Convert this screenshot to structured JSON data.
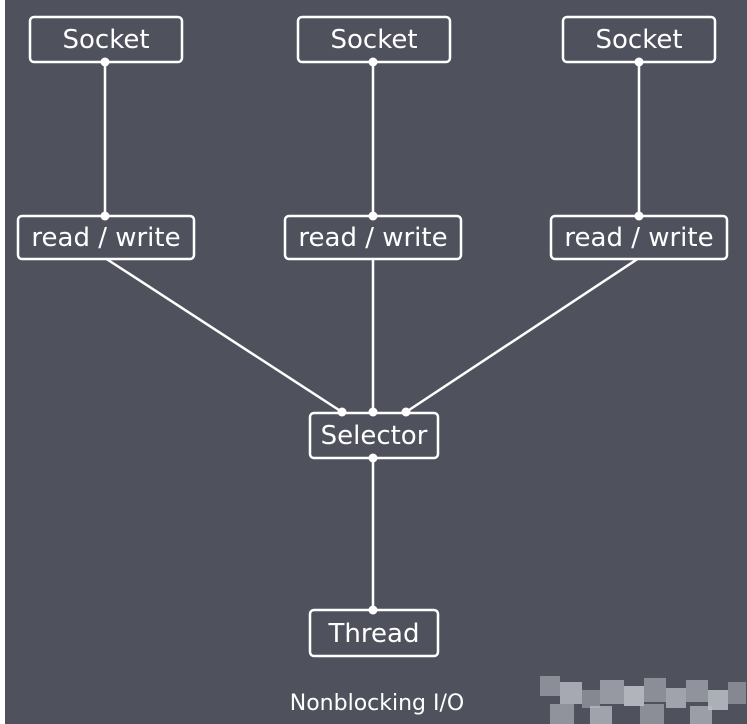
{
  "diagram": {
    "caption": "Nonblocking I/O",
    "nodes": {
      "socket_1": "Socket",
      "socket_2": "Socket",
      "socket_3": "Socket",
      "rw_1": "read / write",
      "rw_2": "read / write",
      "rw_3": "read / write",
      "selector": "Selector",
      "thread": "Thread"
    },
    "edges": [
      {
        "from": "socket_1",
        "to": "rw_1"
      },
      {
        "from": "socket_2",
        "to": "rw_2"
      },
      {
        "from": "socket_3",
        "to": "rw_3"
      },
      {
        "from": "rw_1",
        "to": "selector"
      },
      {
        "from": "rw_2",
        "to": "selector"
      },
      {
        "from": "rw_3",
        "to": "selector"
      },
      {
        "from": "selector",
        "to": "thread"
      }
    ]
  },
  "colors": {
    "background": "#4f525d",
    "stroke": "#ffffff",
    "text": "#ffffff"
  }
}
